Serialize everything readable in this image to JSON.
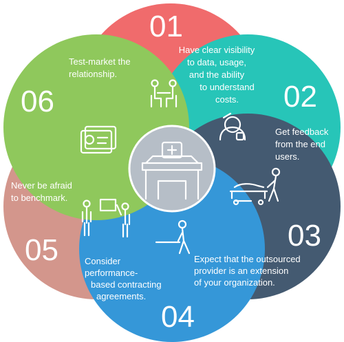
{
  "colors": {
    "step_01": "#f06b6c",
    "step_02": "#27c5b8",
    "step_03": "#445a71",
    "step_04": "#3597d8",
    "step_05": "#d3968c",
    "step_06": "#8fc85c",
    "center": "#b6bec7",
    "text": "#ffffff"
  },
  "center": {
    "icon": "hospital-icon"
  },
  "steps": [
    {
      "number": "01",
      "icon": "data-review-icon",
      "lines": [
        "Have clear visibility",
        "to data, usage,",
        "and the ability",
        "to understand",
        "costs."
      ]
    },
    {
      "number": "02",
      "icon": "patient-on-stretcher-icon",
      "lines": [
        "Get feedback",
        "from the end",
        "users."
      ]
    },
    {
      "number": "03",
      "icon": "tug-of-war-icon",
      "lines": [
        "Expect that the outsourced",
        "provider is an extension",
        "of your organization."
      ]
    },
    {
      "number": "04",
      "icon": "presentation-icon",
      "lines": [
        "Consider",
        "performance-",
        "based contracting",
        "agreements."
      ]
    },
    {
      "number": "05",
      "icon": "id-cards-icon",
      "lines": [
        "Never be afraid",
        "to benchmark."
      ]
    },
    {
      "number": "06",
      "icon": "meeting-icon",
      "lines": [
        "Test-market the",
        "relationship."
      ]
    }
  ]
}
